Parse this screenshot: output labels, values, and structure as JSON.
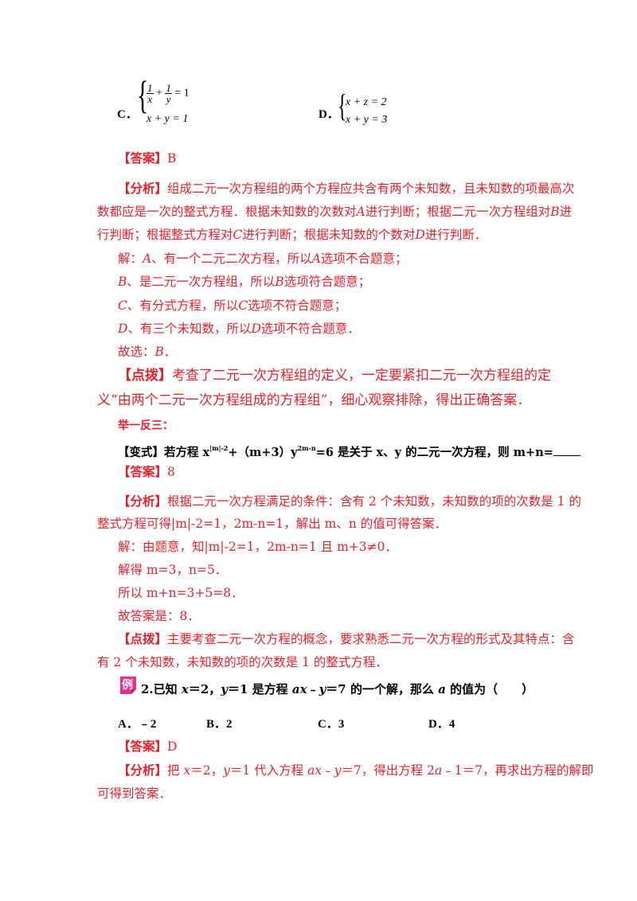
{
  "top_options": {
    "c_label": "C．",
    "c_eq1_frac1_num": "1",
    "c_eq1_frac1_den": "x",
    "c_eq1_plus": "+",
    "c_eq1_frac2_num": "1",
    "c_eq1_frac2_den": "y",
    "c_eq1_rhs": "= 1",
    "c_eq2": "x + y = 1",
    "d_label": "D．",
    "d_eq1": "x + z = 2",
    "d_eq2": "x + y = 3"
  },
  "q1": {
    "answer_tag": "【答案】",
    "answer": "B",
    "analysis_tag": "【分析】",
    "analysis_l1": "组成二元一次方程组的两个方程应共含有两个未知数，且未知数的项最高次",
    "analysis_l2_a": "数都应是一次的整式方程．根据未知数的次数对",
    "analysis_l2_A": "A",
    "analysis_l2_b": "进行判断；根据二元一次方程组对",
    "analysis_l2_B": "B",
    "analysis_l2_c": "进",
    "analysis_l3_a": "行判断；根据整式方程对",
    "analysis_l3_C": "C",
    "analysis_l3_b": "进行判断；根据未知数的个数对",
    "analysis_l3_D": "D",
    "analysis_l3_c": "进行判断．",
    "sol_1a": "解：",
    "sol_1b": "A",
    "sol_1c": "、有一个二元二次方程，所以",
    "sol_1d": "A",
    "sol_1e": "选项不合题意；",
    "sol_2a": "B",
    "sol_2b": "、是二元一次方程组，所以",
    "sol_2c": "B",
    "sol_2d": "选项符合题意；",
    "sol_3a": "C",
    "sol_3b": "、有分式方程，所以",
    "sol_3c": "C",
    "sol_3d": "选项不符合题意；",
    "sol_4a": "D",
    "sol_4b": "、有三个未知数，所以",
    "sol_4c": "D",
    "sol_4d": "选项不符合题意．",
    "sol_5a": "故选：",
    "sol_5b": "B",
    "sol_5c": "．",
    "tip_tag": "【点拨】",
    "tip_l1": "考查了二元一次方程组的定义，一定要紧扣二元一次方程组的定",
    "tip_l2": "义“由两个二元一次方程组成的方程组”，细心观察排除，得出正确答案．"
  },
  "section": {
    "heading": "举一反三：",
    "variant_tag": "【变式】",
    "variant_a": "若方程 x",
    "variant_sup1": "|m|-2",
    "variant_b": "+（m+3）y",
    "variant_sup2": "2m-n",
    "variant_c": "=6 是关于 x、y 的二元一次方程，则 m+n=",
    "answer_tag": "【答案】",
    "answer": "8",
    "analysis_tag": "【分析】",
    "analysis_l1": "根据二元一次方程满足的条件：含有 2 个未知数，未知数的项的次数是 1 的",
    "analysis_l2": "整式方程可得|m|-2=1，2m-n=1，解出 m、n 的值可得答案．",
    "sol_1": "解：由题意，知|m|-2=1，2m-n=1 且 m+3≠0．",
    "sol_2": "解得 m=3，n=5．",
    "sol_3": "所以 m+n=3+5=8．",
    "sol_4": "故答案是：8．",
    "tip_tag": "【点拨】",
    "tip_l1": "主要考查二元一次方程的概念，要求熟悉二元一次方程的形式及其特点：含",
    "tip_l2": "有 2 个未知数，未知数的项的次数是 1 的整式方程．"
  },
  "q2": {
    "badge": "例",
    "q_a": "2.已知 ",
    "q_x": "x",
    "q_b": "＝2，",
    "q_y": "y",
    "q_c": "＝1 是方程 ",
    "q_ax": "ax",
    "q_d": "﹣",
    "q_y2": "y",
    "q_e": "＝7 的一个解，那么 ",
    "q_a2": "a",
    "q_f": " 的值为（　　）",
    "opt_a": "A．﹣2",
    "opt_b": "B．2",
    "opt_c": "C．3",
    "opt_d": "D．4",
    "answer_tag": "【答案】",
    "answer": "D",
    "analysis_tag": "【分析】",
    "an_a": "把 ",
    "an_x": "x",
    "an_b": "＝2，",
    "an_y": "y",
    "an_c": "＝1 代入方程 ",
    "an_ax": "ax",
    "an_d": "﹣",
    "an_y2": "y",
    "an_e": "＝7，得出方程 2",
    "an_a2": "a",
    "an_f": "﹣1＝7，再求出方程的解即",
    "an_l2": "可得到答案．"
  },
  "colors": {
    "accent_red": "#e5222b",
    "badge_pink": "#e8308a"
  }
}
